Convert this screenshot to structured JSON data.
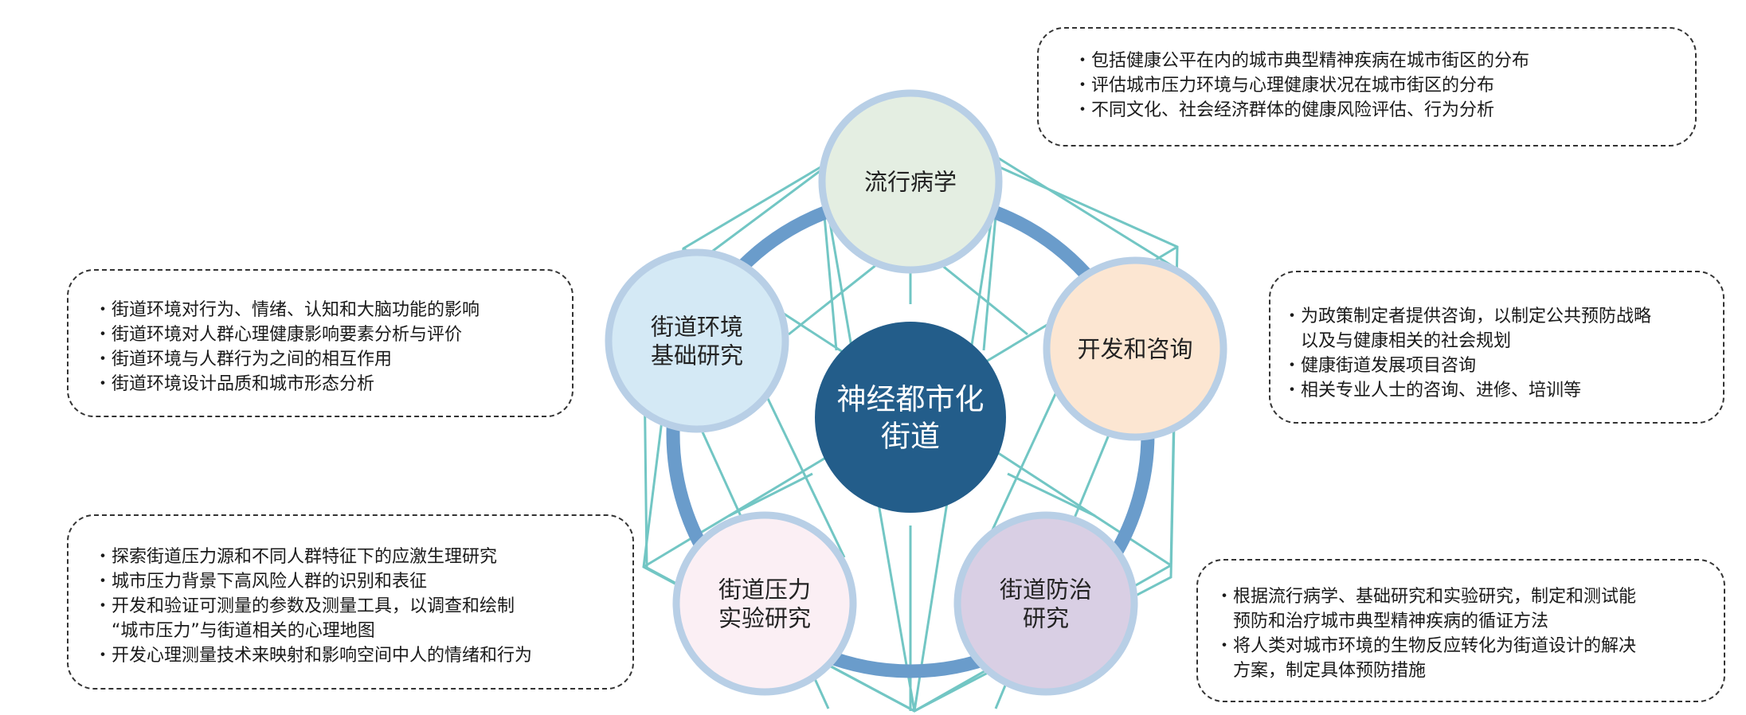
{
  "center": {
    "label": "神经都市化\n街道"
  },
  "nodes": {
    "epidemiology": "流行病学",
    "consulting": "开发和咨询",
    "prevention": "街道防治\n研究",
    "stress_experiment": "街道压力\n实验研究",
    "environment_basic": "街道环境\n基础研究"
  },
  "boxes": {
    "epidemiology": [
      "包括健康公平在内的城市典型精神疾病在城市街区的分布",
      "评估城市压力环境与心理健康状况在城市街区的分布",
      "不同文化、社会经济群体的健康风险评估、行为分析"
    ],
    "environment_basic": [
      "街道环境对行为、情绪、认知和大脑功能的影响",
      "街道环境对人群心理健康影响要素分析与评价",
      "街道环境与人群行为之间的相互作用",
      "街道环境设计品质和城市形态分析"
    ],
    "consulting": [
      "为政策制定者提供咨询，以制定公共预防战略",
      "以及与健康相关的社会规划",
      "健康街道发展项目咨询",
      "相关专业人士的咨询、进修、培训等"
    ],
    "stress_experiment": [
      "探索街道压力源和不同人群特征下的应激生理研究",
      "城市压力背景下高风险人群的识别和表征",
      "开发和验证可测量的参数及测量工具，以调查和绘制",
      "“城市压力”与街道相关的心理地图",
      "开发心理测量技术来映射和影响空间中人的情绪和行为"
    ],
    "prevention": [
      "根据流行病学、基础研究和实验研究，制定和测试能",
      "预防和治疗城市典型精神疾病的循证方法",
      "将人类对城市环境的生物反应转化为街道设计的解决",
      "方案，制定具体预防措施"
    ]
  },
  "colors": {
    "center_fill": "#235d8a",
    "ring": "#6a9ccb",
    "node_border": "#b8cfe6",
    "teal_lines": "#72c6c4",
    "epidemiology_fill": "#e4eee2",
    "consulting_fill": "#fce6d2",
    "prevention_fill": "#d9cfe4",
    "stress_fill": "#fbeff4",
    "environment_fill": "#d4e9f5"
  },
  "icons": {
    "bullet": "・"
  }
}
